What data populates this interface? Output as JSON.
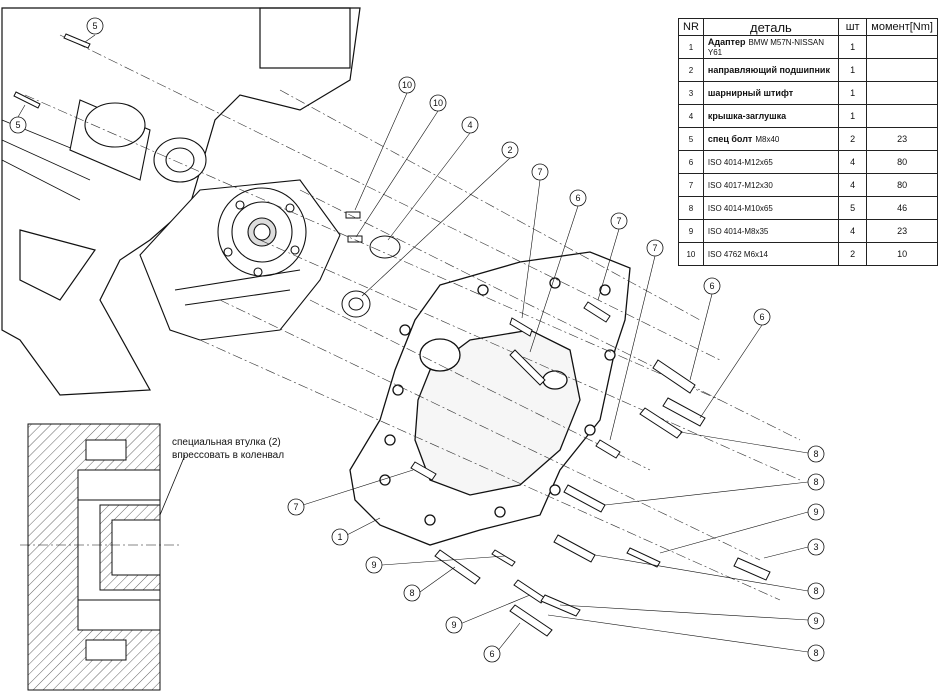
{
  "table": {
    "headers": {
      "nr": "NR",
      "part": "деталь",
      "qty": "шт",
      "torque": "момент[Nm]"
    },
    "rows": [
      {
        "nr": "1",
        "part": "Адаптер",
        "sub": "BMW M57N-NISSAN Y61",
        "qty": "1",
        "torque": ""
      },
      {
        "nr": "2",
        "part": "направляющий подшипник",
        "sub": "",
        "qty": "1",
        "torque": ""
      },
      {
        "nr": "3",
        "part": "шарнирный штифт",
        "sub": "",
        "qty": "1",
        "torque": ""
      },
      {
        "nr": "4",
        "part": "крышка-заглушка",
        "sub": "",
        "qty": "1",
        "torque": ""
      },
      {
        "nr": "5",
        "part": "спец болт",
        "sub": "M8x40",
        "qty": "2",
        "torque": "23"
      },
      {
        "nr": "6",
        "part": "ISO 4014-M12x65",
        "sub": "",
        "qty": "4",
        "torque": "80"
      },
      {
        "nr": "7",
        "part": "ISO 4017-M12x30",
        "sub": "",
        "qty": "4",
        "torque": "80"
      },
      {
        "nr": "8",
        "part": "ISO 4014-M10x65",
        "sub": "",
        "qty": "5",
        "torque": "46"
      },
      {
        "nr": "9",
        "part": "ISO 4014-M8x35",
        "sub": "",
        "qty": "4",
        "torque": "23"
      },
      {
        "nr": "10",
        "part": "ISO 4762 M6x14",
        "sub": "",
        "qty": "2",
        "torque": "10"
      }
    ]
  },
  "note": {
    "line1": "специальная втулка (2)",
    "line2": "впрессовать в коленвал"
  },
  "callouts": [
    "5",
    "5",
    "10",
    "10",
    "4",
    "2",
    "7",
    "6",
    "7",
    "7",
    "6",
    "6",
    "8",
    "8",
    "9",
    "8",
    "3",
    "7",
    "1",
    "9",
    "8",
    "9",
    "6",
    "9",
    "8"
  ]
}
